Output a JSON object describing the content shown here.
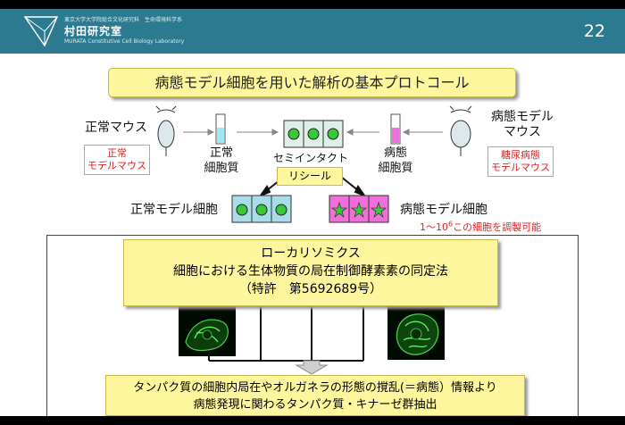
{
  "header": {
    "subtitle_jp": "東京大学大学院総合文化研究科　生命環境科学系",
    "lab_name": "村田研究室",
    "subtitle_en": "MURATA Constitutive Cell Biology Laboratory",
    "page_number": "22"
  },
  "title": "病態モデル細胞を用いた解析の基本プロトコール",
  "left_mouse": {
    "label": "正常マウス",
    "box_line1": "正常",
    "box_line2": "モデルマウス"
  },
  "right_mouse": {
    "label_line1": "病態モデル",
    "label_line2": "マウス",
    "box_line1": "糖尿病態",
    "box_line2": "モデルマウス"
  },
  "normal_cytosol": {
    "line1": "正常",
    "line2": "細胞質"
  },
  "disease_cytosol": {
    "line1": "病態",
    "line2": "細胞質"
  },
  "semi_intact": "セミインタクト",
  "reseal": "リシール",
  "normal_model_cell": "正常モデル細胞",
  "disease_model_cell": "病態モデル細胞",
  "capability": {
    "pre": "1～10",
    "sup": "6",
    "post": "この細胞を調製可能"
  },
  "method": {
    "line1": "ローカリソミクス",
    "line2": "細胞における生体物質の局在制御酵素素の同定法",
    "line3": "（特許　第5692689号）"
  },
  "result": {
    "line1": "タンパク質の細胞内局在やオルガネラの形態の撹乱(＝病態）情報より",
    "line2": "病態発現に関わるタンパク質・キナーゼ群抽出"
  },
  "colors": {
    "header": "#2b7a8f",
    "highlight": "#fdf69c",
    "cell_blue": "#a7dce8",
    "cell_pink": "#f06fd8",
    "nucleus_green": "#3ac73a",
    "alert_red": "#e02020"
  }
}
